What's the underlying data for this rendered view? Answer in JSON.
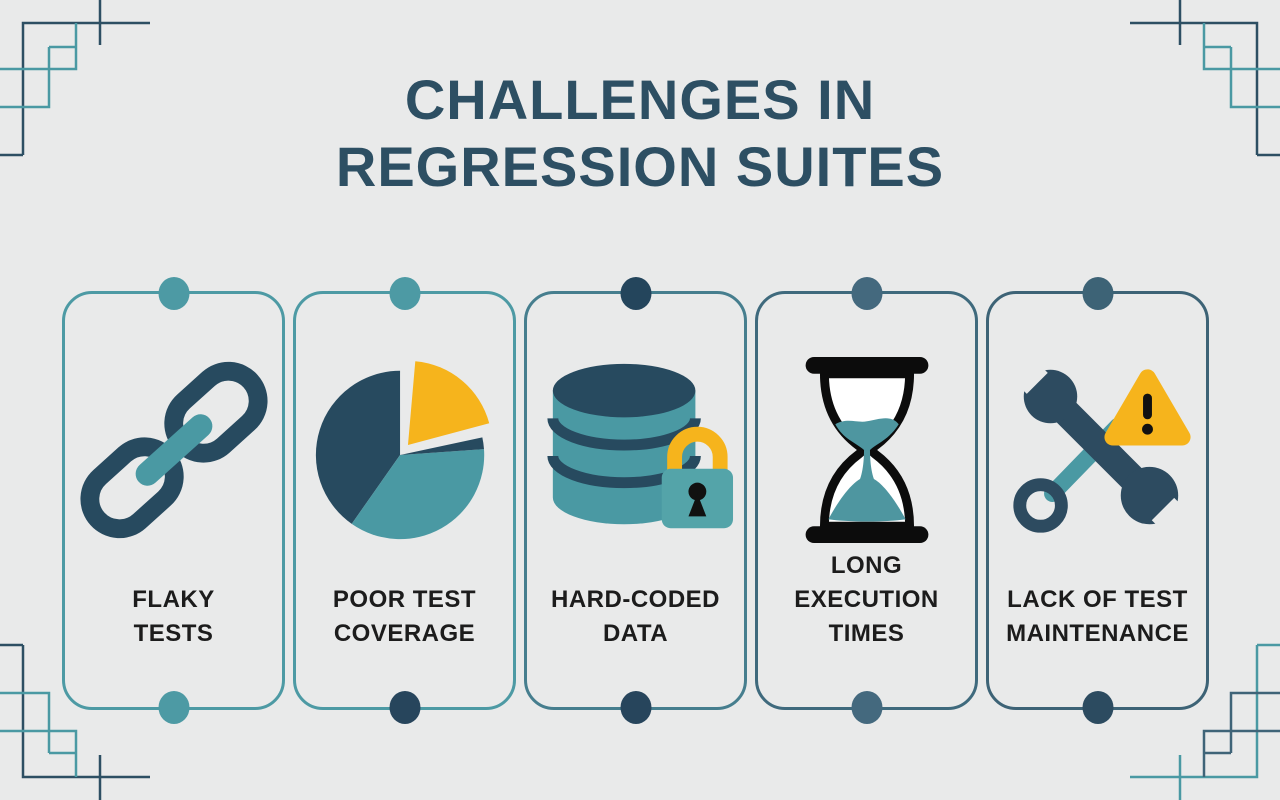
{
  "title": {
    "line1": "CHALLENGES IN",
    "line2": "REGRESSION SUITES"
  },
  "cards": [
    {
      "id": "flaky-tests",
      "icon": "chain-link-icon",
      "label_line1": "FLAKY",
      "label_line2": "TESTS",
      "border_color": "#4d9aa4",
      "top_dot_color": "#4d9aa4",
      "bottom_dot_color": "#4d9aa4"
    },
    {
      "id": "poor-test-coverage",
      "icon": "pie-chart-icon",
      "label_line1": "POOR TEST",
      "label_line2": "COVERAGE",
      "border_color": "#4d9aa4",
      "top_dot_color": "#4d9aa4",
      "bottom_dot_color": "#27455c"
    },
    {
      "id": "hard-coded-data",
      "icon": "database-lock-icon",
      "label_line1": "HARD-CODED",
      "label_line2": "DATA",
      "border_color": "#467e8e",
      "top_dot_color": "#24455c",
      "bottom_dot_color": "#27455c"
    },
    {
      "id": "long-execution-times",
      "icon": "hourglass-icon",
      "label_line1": "LONG",
      "label_line2": "EXECUTION TIMES",
      "border_color": "#3f6a7d",
      "top_dot_color": "#44697e",
      "bottom_dot_color": "#44697e"
    },
    {
      "id": "lack-of-test-maintenance",
      "icon": "wrench-warning-icon",
      "label_line1": "LACK OF TEST",
      "label_line2": "MAINTENANCE",
      "border_color": "#3d6376",
      "top_dot_color": "#3d6376",
      "bottom_dot_color": "#2c4b60"
    }
  ],
  "colors": {
    "background": "#e9eaea",
    "title_text": "#2d4f63",
    "label_text": "#1c1c1c",
    "teal": "#4a99a3",
    "navy": "#274a5f",
    "slate": "#3f6478",
    "yellow": "#f6b41c",
    "black": "#0c0c0c"
  }
}
